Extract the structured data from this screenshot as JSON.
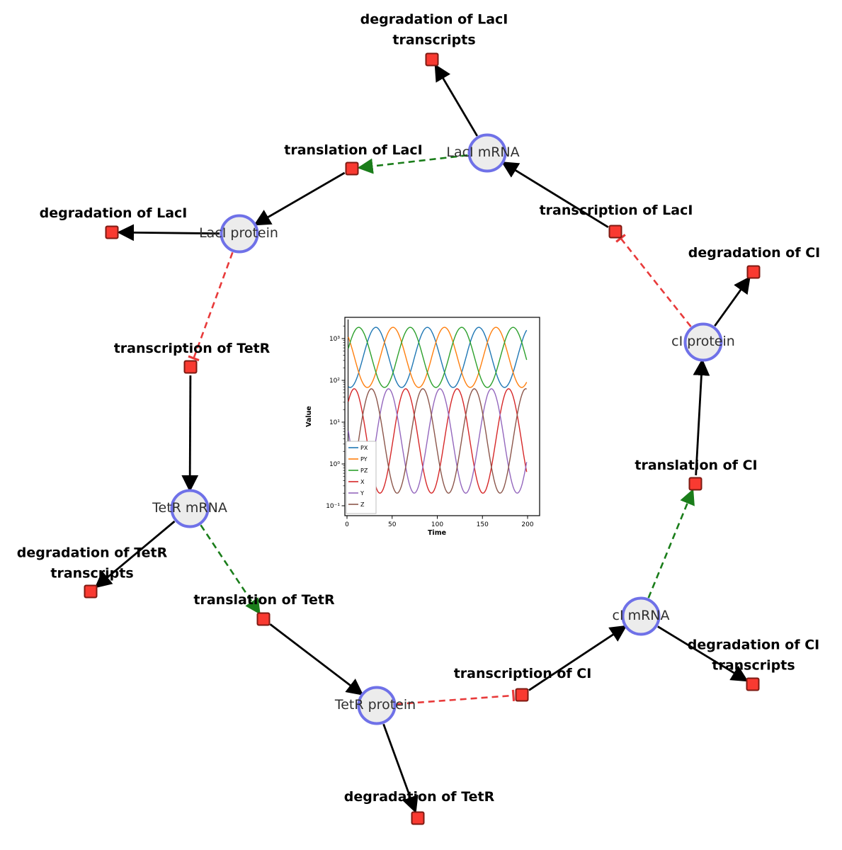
{
  "diagram": {
    "species": [
      {
        "label": "LacI mRNA"
      },
      {
        "label": "LacI protein"
      },
      {
        "label": "TetR mRNA"
      },
      {
        "label": "TetR protein"
      },
      {
        "label": "cI mRNA"
      },
      {
        "label": "cI protein"
      }
    ],
    "reactions": [
      {
        "label": "degradation of LacI transcripts"
      },
      {
        "label": "translation of LacI"
      },
      {
        "label": "transcription of LacI"
      },
      {
        "label": "degradation of LacI"
      },
      {
        "label": "degradation of CI"
      },
      {
        "label": "transcription of TetR"
      },
      {
        "label": "translation of CI"
      },
      {
        "label": "degradation of TetR transcripts"
      },
      {
        "label": "translation of TetR"
      },
      {
        "label": "transcription of CI"
      },
      {
        "label": "degradation of CI transcripts"
      },
      {
        "label": "degradation of TetR"
      }
    ],
    "edge_colors": {
      "reaction_arrow": "#000000",
      "modifier_arrow": "#1a7d1a",
      "inhibition_arrow": "#e83a3a"
    },
    "node_colors": {
      "species_fill": "#ececec",
      "species_border": "#6f71e8",
      "reaction_fill": "#f93a31",
      "reaction_border": "#7d1a12"
    }
  },
  "chart_data": {
    "type": "line",
    "title": "",
    "xlabel": "Time",
    "ylabel": "Value",
    "x_range": [
      0,
      200
    ],
    "x_ticks": [
      0,
      50,
      100,
      150,
      200
    ],
    "y_scale": "log",
    "y_tick_labels": [
      "10⁻¹",
      "10⁰",
      "10¹",
      "10²",
      "10³"
    ],
    "y_tick_exponents": [
      -1,
      0,
      1,
      2,
      3
    ],
    "legend_position": "lower left",
    "grid": false,
    "period": 57,
    "series": [
      {
        "name": "PX",
        "color": "#1f77b4",
        "log_center": 2.55,
        "log_amplitude": 0.72,
        "peak_time": 32
      },
      {
        "name": "PY",
        "color": "#ff7f0e",
        "log_center": 2.55,
        "log_amplitude": 0.72,
        "peak_time": 51
      },
      {
        "name": "PZ",
        "color": "#2ca02c",
        "log_center": 2.55,
        "log_amplitude": 0.72,
        "peak_time": 70
      },
      {
        "name": "X",
        "color": "#d62728",
        "log_center": 0.55,
        "log_amplitude": 1.25,
        "peak_time": 65
      },
      {
        "name": "Y",
        "color": "#9467bd",
        "log_center": 0.55,
        "log_amplitude": 1.25,
        "peak_time": 46
      },
      {
        "name": "Z",
        "color": "#8c564b",
        "log_center": 0.55,
        "log_amplitude": 1.25,
        "peak_time": 27
      }
    ]
  }
}
